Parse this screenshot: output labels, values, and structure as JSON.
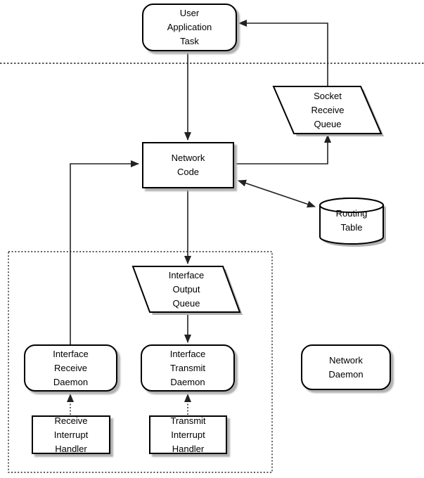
{
  "nodes": {
    "user_application_task": {
      "label": "User\nApplication\nTask",
      "shape": "rounded-rect"
    },
    "socket_receive_queue": {
      "label": "Socket\nReceive\nQueue",
      "shape": "parallelogram"
    },
    "network_code": {
      "label": "Network\nCode",
      "shape": "rect"
    },
    "routing_table": {
      "label": "Routing\nTable",
      "shape": "cylinder"
    },
    "interface_output_queue": {
      "label": "Interface\nOutput\nQueue",
      "shape": "parallelogram"
    },
    "interface_receive_daemon": {
      "label": "Interface\nReceive\nDaemon",
      "shape": "rounded-rect"
    },
    "interface_transmit_daemon": {
      "label": "Interface\nTransmit\nDaemon",
      "shape": "rounded-rect"
    },
    "network_daemon": {
      "label": "Network\nDaemon",
      "shape": "rounded-rect"
    },
    "receive_interrupt_handler": {
      "label": "Receive\nInterrupt\nHandler",
      "shape": "rect"
    },
    "transmit_interrupt_handler": {
      "label": "Transmit\nInterrupt\nHandler",
      "shape": "rect"
    }
  },
  "connectors": [
    {
      "from": "user_application_task",
      "to": "network_code",
      "style": "solid",
      "arrow": "end"
    },
    {
      "from": "socket_receive_queue",
      "to": "user_application_task",
      "style": "solid",
      "arrow": "end"
    },
    {
      "from": "network_code",
      "to": "socket_receive_queue",
      "style": "solid",
      "arrow": "end"
    },
    {
      "from": "network_code",
      "to": "routing_table",
      "style": "solid",
      "arrow": "both"
    },
    {
      "from": "network_code",
      "to": "interface_output_queue",
      "style": "solid",
      "arrow": "end"
    },
    {
      "from": "interface_output_queue",
      "to": "interface_transmit_daemon",
      "style": "solid",
      "arrow": "end"
    },
    {
      "from": "interface_receive_daemon",
      "to": "network_code",
      "style": "solid",
      "arrow": "end"
    },
    {
      "from": "receive_interrupt_handler",
      "to": "interface_receive_daemon",
      "style": "dotted",
      "arrow": "end"
    },
    {
      "from": "transmit_interrupt_handler",
      "to": "interface_transmit_daemon",
      "style": "dotted",
      "arrow": "end"
    }
  ],
  "boundaries": {
    "user_kernel_divider": {
      "style": "dotted-horizontal-line"
    },
    "driver_boundary_box": {
      "style": "dotted-rectangle"
    }
  },
  "colors": {
    "line": "#222222",
    "node_border": "#000000",
    "node_fill": "#ffffff",
    "shadow": "#b0b0b0",
    "text": "#000000",
    "background": "#ffffff"
  }
}
